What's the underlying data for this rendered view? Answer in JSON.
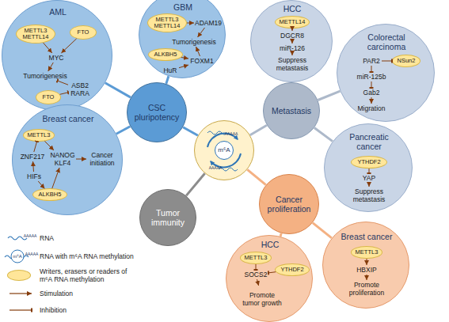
{
  "diagram": {
    "nodes": [
      {
        "text": [
          "AML"
        ]
      },
      {
        "text": [
          "METTL3 METTL14"
        ],
        "in": 0
      },
      {
        "text": [
          "FTO"
        ],
        "in": 0
      },
      {
        "text": [
          "MYC"
        ],
        "in": 0
      },
      {
        "text": [
          "Tumorigenesis"
        ],
        "in": 0
      },
      {
        "text": [
          "FTO"
        ],
        "in": 0
      },
      {
        "text": [
          "ASB2 RARA"
        ],
        "in": 0
      },
      {
        "text": [
          "GBM"
        ]
      },
      {
        "text": [
          "METTL3 METTL14"
        ],
        "in": 7
      },
      {
        "text": [
          "ADAM19"
        ],
        "in": 7
      },
      {
        "text": [
          "Tumorigenesis"
        ],
        "in": 7
      },
      {
        "text": [
          "ALKBH5"
        ],
        "in": 7
      },
      {
        "text": [
          "HuR"
        ],
        "in": 7
      },
      {
        "text": [
          "FOXM1"
        ],
        "in": 7
      },
      {
        "text": [
          "HCC"
        ]
      },
      {
        "text": [
          "METTL14"
        ],
        "in": 14
      },
      {
        "text": [
          "DGCR8"
        ],
        "in": 14
      },
      {
        "text": [
          "miR-126"
        ],
        "in": 14
      },
      {
        "text": [
          "Suppress metastasis"
        ],
        "in": 14
      },
      {
        "text": [
          "Colorectal carcinoma"
        ]
      },
      {
        "text": [
          "PAR2"
        ],
        "in": 19
      },
      {
        "text": [
          "NSun2"
        ],
        "in": 19
      },
      {
        "text": [
          "miR-125b"
        ],
        "in": 19
      },
      {
        "text": [
          "Gab2"
        ],
        "in": 19
      },
      {
        "text": [
          "Migration"
        ],
        "in": 19
      },
      {
        "text": [
          "CSC pluripotency"
        ]
      },
      {
        "text": [
          "Metastasis"
        ]
      },
      {
        "text": [
          "Breast cancer"
        ]
      },
      {
        "text": [
          "METTL3"
        ],
        "in": 27
      },
      {
        "text": [
          "ZNF217"
        ],
        "in": 27
      },
      {
        "text": [
          "HIFs"
        ],
        "in": 27
      },
      {
        "text": [
          "ALKBH5"
        ],
        "in": 27
      },
      {
        "text": [
          "NANOG KLF4"
        ],
        "in": 27
      },
      {
        "text": [
          "Cancer initiation"
        ],
        "in": 27
      },
      {
        "text": [
          "m⁶A"
        ]
      },
      {
        "text": [
          "Pancreatic cancer"
        ]
      },
      {
        "text": [
          "YTHDF2"
        ],
        "in": 35
      },
      {
        "text": [
          "YAP"
        ],
        "in": 35
      },
      {
        "text": [
          "Suppress metastasis"
        ],
        "in": 35
      },
      {
        "text": [
          "Cancer proliferation"
        ]
      },
      {
        "text": [
          "Tumor immunity"
        ]
      },
      {
        "text": [
          "HCC"
        ]
      },
      {
        "text": [
          "METTL3"
        ],
        "in": 41
      },
      {
        "text": [
          "YTHDF2"
        ],
        "in": 41
      },
      {
        "text": [
          "SOCS2"
        ],
        "in": 41
      },
      {
        "text": [
          "Promote tumor growth"
        ],
        "in": 41
      },
      {
        "text": [
          "Breast cancer"
        ]
      },
      {
        "text": [
          "METTL3"
        ],
        "in": 46
      },
      {
        "text": [
          "HBXIP"
        ],
        "in": 46
      },
      {
        "text": [
          "Promote proliferation"
        ],
        "in": 46
      }
    ],
    "edges": [
      {
        "from": 1,
        "to": 3,
        "arrow": "to"
      },
      {
        "from": 2,
        "to": 3,
        "arrow": "to"
      },
      {
        "from": 3,
        "to": 4,
        "arrow": "to"
      },
      {
        "from": 5,
        "to": 6,
        "arrow": "to"
      },
      {
        "from": 6,
        "to": 4,
        "arrow": "to"
      },
      {
        "from": 8,
        "to": 9,
        "arrow": "to"
      },
      {
        "from": 9,
        "to": 10,
        "arrow": "to"
      },
      {
        "from": 11,
        "to": 13,
        "arrow": "to"
      },
      {
        "from": 12,
        "to": 13,
        "arrow": "to"
      },
      {
        "from": 13,
        "to": 10,
        "arrow": "to"
      },
      {
        "from": 15,
        "to": 16,
        "arrow": "to"
      },
      {
        "from": 16,
        "to": 17,
        "arrow": "to"
      },
      {
        "from": 17,
        "to": 18,
        "arrow": "to"
      },
      {
        "from": 20,
        "to": 21,
        "arrow": "to"
      },
      {
        "from": 20,
        "to": 22,
        "arrow": "to"
      },
      {
        "from": 22,
        "to": 23,
        "arrow": "to"
      },
      {
        "from": 23,
        "to": 24,
        "arrow": "to"
      },
      {
        "from": 28,
        "to": 32,
        "arrow": "to"
      },
      {
        "from": 29,
        "to": 28,
        "arrow": "to"
      },
      {
        "from": 30,
        "to": 29,
        "arrow": "to"
      },
      {
        "from": 30,
        "to": 31,
        "arrow": "to"
      },
      {
        "from": 31,
        "to": 32,
        "arrow": "to"
      },
      {
        "from": 32,
        "to": 33,
        "arrow": "to"
      },
      {
        "from": 36,
        "to": 37,
        "arrow": "to"
      },
      {
        "from": 37,
        "to": 38,
        "arrow": "to"
      },
      {
        "from": 42,
        "to": 44,
        "arrow": "to"
      },
      {
        "from": 43,
        "to": 44,
        "arrow": "to"
      },
      {
        "from": 44,
        "to": 45,
        "arrow": "to"
      },
      {
        "from": 47,
        "to": 48,
        "arrow": "to"
      },
      {
        "from": 48,
        "to": 49,
        "arrow": "to"
      },
      {
        "from": 34,
        "to": 25,
        "arrow": "none"
      },
      {
        "from": 34,
        "to": 26,
        "arrow": "none"
      },
      {
        "from": 34,
        "to": 40,
        "arrow": "none"
      },
      {
        "from": 34,
        "to": 39,
        "arrow": "none"
      },
      {
        "from": 25,
        "to": 0,
        "arrow": "none"
      },
      {
        "from": 25,
        "to": 7,
        "arrow": "none"
      },
      {
        "from": 25,
        "to": 27,
        "arrow": "none"
      },
      {
        "from": 26,
        "to": 14,
        "arrow": "none"
      },
      {
        "from": 26,
        "to": 19,
        "arrow": "none"
      },
      {
        "from": 26,
        "to": 35,
        "arrow": "none"
      },
      {
        "from": 39,
        "to": 41,
        "arrow": "none"
      },
      {
        "from": 39,
        "to": 46,
        "arrow": "none"
      }
    ],
    "labels": [
      "AAAAA",
      "AAAAA",
      "AAAAA",
      "AAAAA",
      "m⁶A"
    ],
    "legend": [
      {
        "text": "RNA"
      },
      {
        "text": "RNA with m⁶A RNA methylation"
      },
      {
        "text": "Writers, erasers or readers of m⁶A RNA methylation",
        "color": "#ffe699"
      },
      {
        "text": "Stimulation"
      },
      {
        "text": "Inhibition"
      }
    ]
  }
}
